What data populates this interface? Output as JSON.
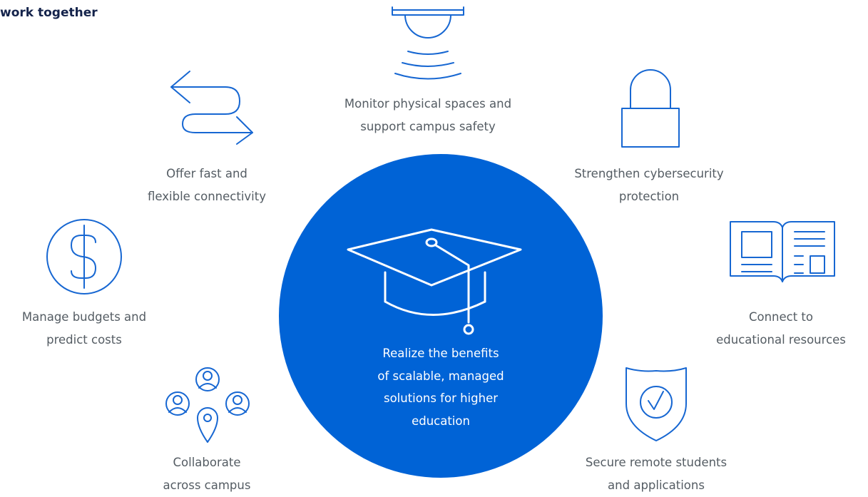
{
  "heading": "work together",
  "hub": {
    "lines": [
      "Realize the benefits",
      "of scalable, managed",
      "solutions for higher",
      "education"
    ],
    "icon": "graduation-cap-icon",
    "color": "#0063d6"
  },
  "benefits": [
    {
      "icon": "security-camera-icon",
      "lines": [
        "Monitor physical spaces and",
        "support campus safety"
      ]
    },
    {
      "icon": "padlock-icon",
      "lines": [
        "Strengthen cybersecurity",
        "protection"
      ]
    },
    {
      "icon": "open-book-icon",
      "lines": [
        "Connect to",
        "educational resources"
      ]
    },
    {
      "icon": "shield-check-icon",
      "lines": [
        "Secure remote students",
        "and applications"
      ]
    },
    {
      "icon": "users-location-icon",
      "lines": [
        "Collaborate",
        "across campus"
      ]
    },
    {
      "icon": "dollar-coin-icon",
      "lines": [
        "Manage budgets and",
        "predict costs"
      ]
    },
    {
      "icon": "route-arrows-icon",
      "lines": [
        "Offer fast and",
        "flexible connectivity"
      ]
    }
  ],
  "colors": {
    "icon_stroke": "#1767d2",
    "label_text": "#545c63",
    "heading_text": "#14234b"
  }
}
